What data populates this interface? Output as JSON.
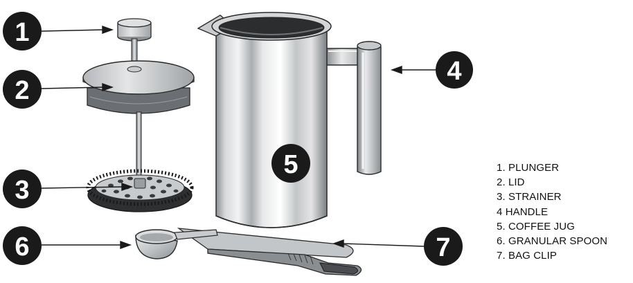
{
  "callouts": [
    {
      "number": "1",
      "part": "plunger"
    },
    {
      "number": "2",
      "part": "lid"
    },
    {
      "number": "3",
      "part": "strainer"
    },
    {
      "number": "4",
      "part": "handle"
    },
    {
      "number": "5",
      "part": "coffee-jug"
    },
    {
      "number": "6",
      "part": "granular-spoon"
    },
    {
      "number": "7",
      "part": "bag-clip"
    }
  ],
  "legend": [
    "1. PLUNGER",
    "2. LID",
    "3. STRAINER",
    "4 HANDLE",
    "5. COFFEE JUG",
    "6. GRANULAR SPOON",
    "7. BAG CLIP"
  ],
  "colors": {
    "callout_fill": "#1a1a1a",
    "callout_text": "#ffffff",
    "steel_light": "#e9eaeb",
    "steel_mid": "#b9bcbf",
    "steel_dark": "#6e7276",
    "outline": "#2a2a2a"
  }
}
